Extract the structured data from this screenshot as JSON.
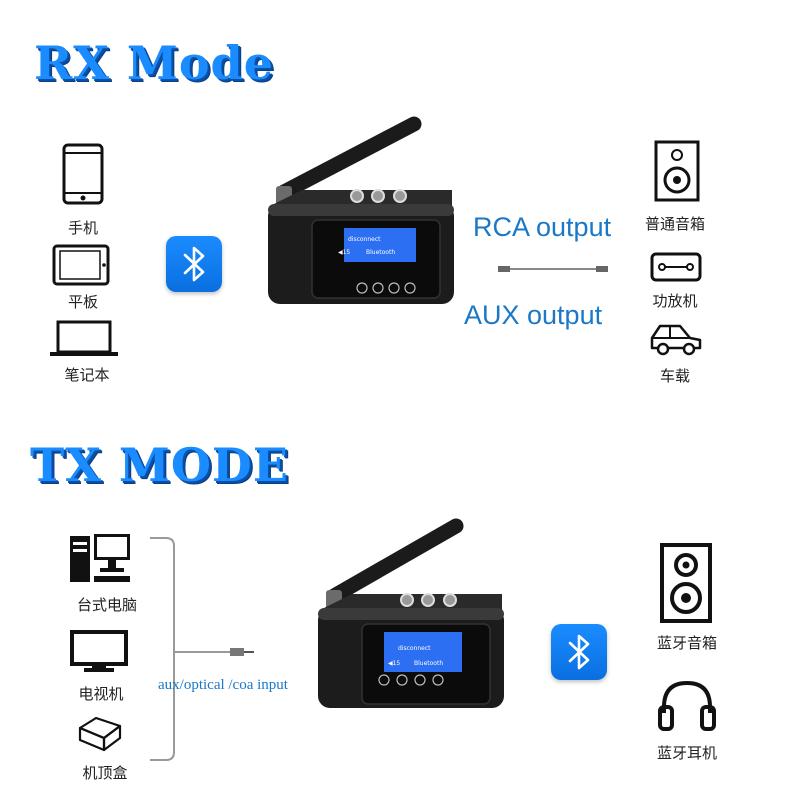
{
  "rx": {
    "title": "RX Mode",
    "sources": [
      {
        "label": "手机",
        "icon": "phone-icon"
      },
      {
        "label": "平板",
        "icon": "tablet-icon"
      },
      {
        "label": "笔记本",
        "icon": "laptop-icon"
      }
    ],
    "outputs": [
      {
        "label": "普通音箱",
        "icon": "speaker-icon"
      },
      {
        "label": "功放机",
        "icon": "amplifier-icon"
      },
      {
        "label": "车载",
        "icon": "car-icon"
      }
    ],
    "rca_label": "RCA output",
    "aux_label": "AUX output",
    "screen": {
      "line1": "disconnect",
      "line2": "Bluetooth",
      "vol": "◀15"
    }
  },
  "tx": {
    "title": "TX MODE",
    "sources": [
      {
        "label": "台式电脑",
        "icon": "desktop-computer-icon"
      },
      {
        "label": "电视机",
        "icon": "tv-icon"
      },
      {
        "label": "机顶盒",
        "icon": "set-top-box-icon"
      }
    ],
    "outputs": [
      {
        "label": "蓝牙音箱",
        "icon": "bluetooth-speaker-icon"
      },
      {
        "label": "蓝牙耳机",
        "icon": "headphones-icon"
      }
    ],
    "input_label": "aux/optical /coa input",
    "screen": {
      "line1": "disconnect",
      "line2": "Bluetooth",
      "vol": "◀15"
    }
  },
  "colors": {
    "accent": "#1a8cff",
    "label": "#1a78c8",
    "device": "#1c1c1c"
  }
}
